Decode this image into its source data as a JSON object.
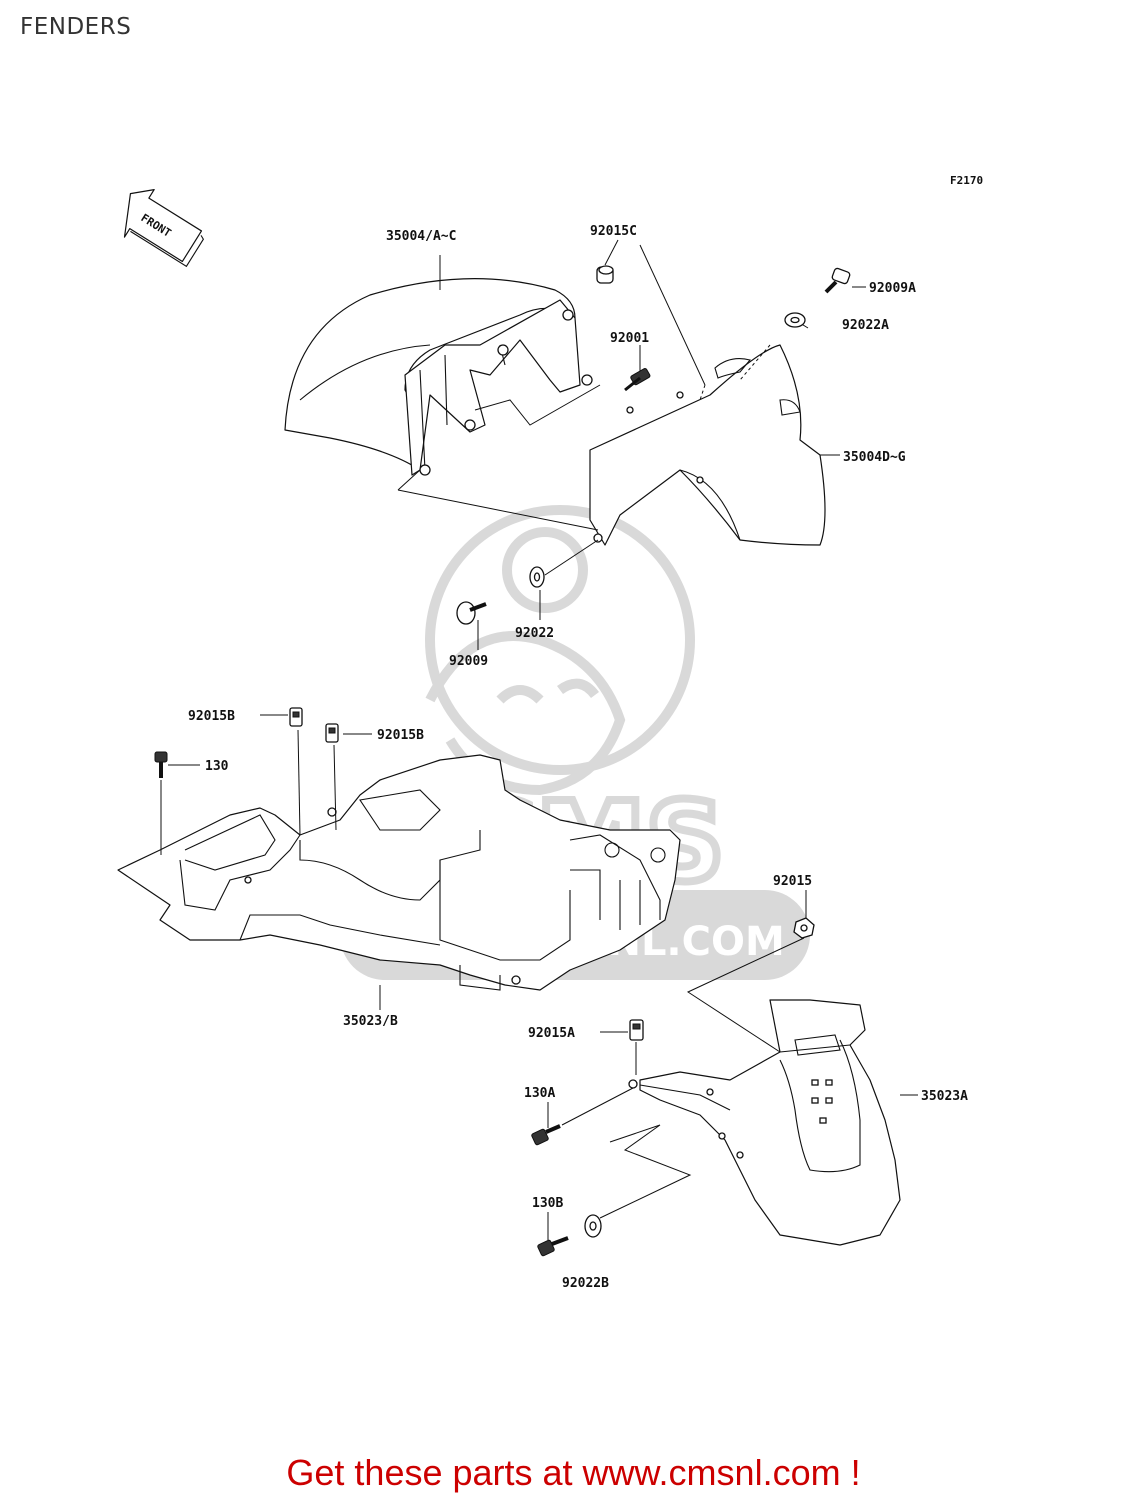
{
  "page": {
    "title": "FENDERS"
  },
  "diagram": {
    "code": "F2170",
    "front_label": "FRONT",
    "callouts": {
      "p35004_AC": "35004/A~C",
      "p92015C": "92015C",
      "p92009A": "92009A",
      "p92022A": "92022A",
      "p92001": "92001",
      "p35004_DG": "35004D~G",
      "p92022": "92022",
      "p92009": "92009",
      "p92015B_1": "92015B",
      "p92015B_2": "92015B",
      "p130": "130",
      "p92015": "92015",
      "p35023_B": "35023/B",
      "p92015A": "92015A",
      "p130A": "130A",
      "p35023A": "35023A",
      "p130B": "130B",
      "p92022B": "92022B"
    },
    "watermark": {
      "site": "WWW.CMSNL.COM",
      "brand": "CMS"
    }
  },
  "footer": {
    "text": "Get these parts at www.cmsnl.com !",
    "color": "#cc0000"
  }
}
